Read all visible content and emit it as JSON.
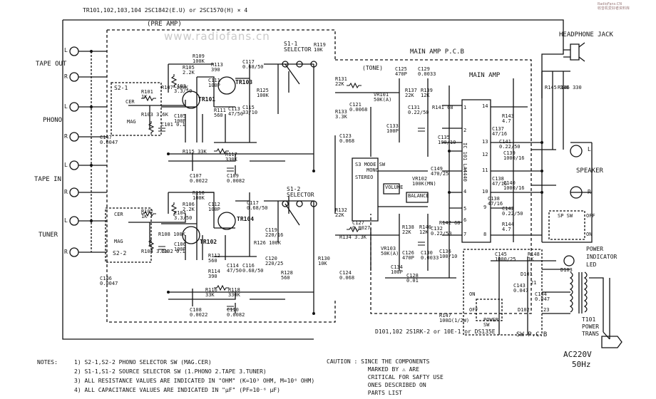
{
  "header": {
    "transistors": "TR101,102,103,104   2SC1842(E.U) or 2SC1570(H) × 4",
    "pre_amp": "(PRE AMP)",
    "main_pcb": "MAIN AMP P.C.B",
    "main_amp": "MAIN AMP",
    "tone": "(TONE)",
    "watermark": "www.radiofans.cn",
    "corner_mark": "RadioFans.CN\n收音机爱好者资料库"
  },
  "io_labels": {
    "tape_out": "TAPE OUT",
    "phono": "PHONO",
    "tape_in": "TAPE IN",
    "tuner": "TUNER",
    "headphone_jack": "HEADPHONE JACK",
    "speaker": "SPEAKER",
    "power_indicator": "POWER\nINDICATOR\nLED",
    "ac": "AC220V",
    "hz": "50Hz",
    "power_sw": "POWER\nSW",
    "sw_pcb": "SW P.C.B",
    "t101": "T101\nPOWER\nTRANS",
    "sp_sw": "SP SW",
    "off": "OFF",
    "on": "ON",
    "l": "L",
    "r": "R"
  },
  "components": {
    "s2_1": "S2-1",
    "s2_2": "S2-2",
    "cer": "CER",
    "mag": "MAG",
    "s1_1": "S1-1\nSELECTOR",
    "s1_2": "S1-2\nSELECTOR",
    "s3": "S3 MODE SW",
    "stereo": "STEREO",
    "mono": "MONO",
    "tr101": "TR101",
    "tr102": "TR102",
    "tr103": "TR103",
    "tr104": "TR104",
    "ic101": "IC 101 LA4440",
    "volume": "VOLUME",
    "balance": "BALANCE",
    "vr101": "VR101\n50K(A)",
    "vr102": "VR102\n100K(MN)",
    "vr103": "VR103\n50K(A)",
    "r101": "R101\n1K",
    "r102": "R102\n1K",
    "r103": "R103 3.6K",
    "r104": "R104 3.6K",
    "r105": "R105\n2.2K",
    "r106": "R106\n2.2K",
    "r107": "R107 100K",
    "r108": "R108 100K",
    "r109": "R109\n100K",
    "r110": "R110\n100K",
    "r111": "R111\n560",
    "r112": "R112\n560",
    "r113": "R113\n390",
    "r114": "R114\n390",
    "r115": "R115 33K",
    "r116": "R116\n33K",
    "r117": "R117\n330K",
    "r118": "R118\n330K",
    "r119": "R119\n10K",
    "r125": "R125\n100K",
    "r126": "R126 100K",
    "r128": "R128\n560",
    "r130": "R130\n10K",
    "r131": "R131\n22K",
    "r132": "R132\n22K",
    "r133": "R133\n3.3K",
    "r134": "R134 3.3K",
    "r137": "R137\n22K",
    "r138": "R138\n22K",
    "r139": "R139\n12K",
    "r140": "R140\n12K",
    "r141": "R141 68",
    "r142": "R142 68",
    "r143": "R143\n4.7",
    "r144": "R144\n4.7",
    "r145": "R145 330",
    "r146": "R146 330",
    "r147": "R147\n100Ω(1/2W)",
    "c101": "C101 0.1",
    "c102": "C102 0.1",
    "c103": "C103\n3.3/50",
    "c104": "C104\n3.3/50",
    "c105": "C105\n100P",
    "c106": "C106\n100P",
    "c107": "C107\n0.0022",
    "c108": "C108\n0.0022",
    "c109": "C109\n0.0082",
    "c110": "C110\n0.0082",
    "c111": "C111\n100P",
    "c112": "C112\n100P",
    "c113": "C113\n47/50",
    "c114": "C114\n47/50",
    "c115": "C115\n33/10",
    "c116": "C116\n0.68/50",
    "c117": "C117\n0.68/50",
    "c119": "C119\n220/16",
    "c120": "C120\n220/25",
    "c121": "C121\n0.0068",
    "c123": "C123\n0.068",
    "c124": "C124\n0.068",
    "c125": "C125\n470P",
    "c126": "C126\n470P",
    "c127": "C127\n0.0027",
    "c128": "C128\n0.01",
    "c129": "C129\n0.0033",
    "c130": "C130\n0.0033",
    "c131": "C131\n0.22/50",
    "c132": "C132\n0.22/50",
    "c133": "C133\n100P",
    "c134": "C134\n100P",
    "c135": "C135\n100/10",
    "c136": "C136\n100/10",
    "c137": "C137\n47/16",
    "c138": "C138\n47/16",
    "c139": "C139\n1000/16",
    "c140": "C140\n1000/16",
    "c141": "C141\n0.22/50",
    "c142": "C142\n0.22/50",
    "c143": "C143\n0.047",
    "c144": "C144\n0.047",
    "c145": "C145\n1000/25",
    "c146": "C146\n0.0047",
    "c147": "C147\n0.0047",
    "c149": "C149\n470/25",
    "r148": "R148\n1K",
    "d101": "D101",
    "d102": "D102",
    "d103": "D103",
    "diodes": "D101,102 2S1RK-2 or 10E-1 or DS135E",
    "warn_21": "21",
    "warn_23": "23"
  },
  "pins": [
    "14",
    "13",
    "12",
    "11",
    "10",
    "9",
    "8",
    "7",
    "6",
    "5",
    "4",
    "3",
    "2",
    "1"
  ],
  "notes": {
    "title": "NOTES:",
    "lines": [
      "1)  S2-1,S2-2   PHONO SELECTOR SW (MAG.CER)",
      "2)  S1-1,S1-2   SOURCE SELECTOR SW (1.PHONO  2.TAPE  3.TUNER)",
      "3)  ALL RESISTANCE VALUES ARE INDICATED IN \"OHM\" (K=10³ OHM, M=10⁶ OHM)",
      "4)  ALL CAPACITANCE VALUES ARE INDICATED IN \"μF\" (PF=10⁻⁶ μF)"
    ]
  },
  "caution": {
    "lines": [
      "CAUTION : SINCE THE COMPONENTS",
      "            MARKED BY ⚠ ARE",
      "            CRITICAL FOR SAFTY USE",
      "            ONES DESCRIBED ON",
      "            PARTS LIST"
    ]
  }
}
